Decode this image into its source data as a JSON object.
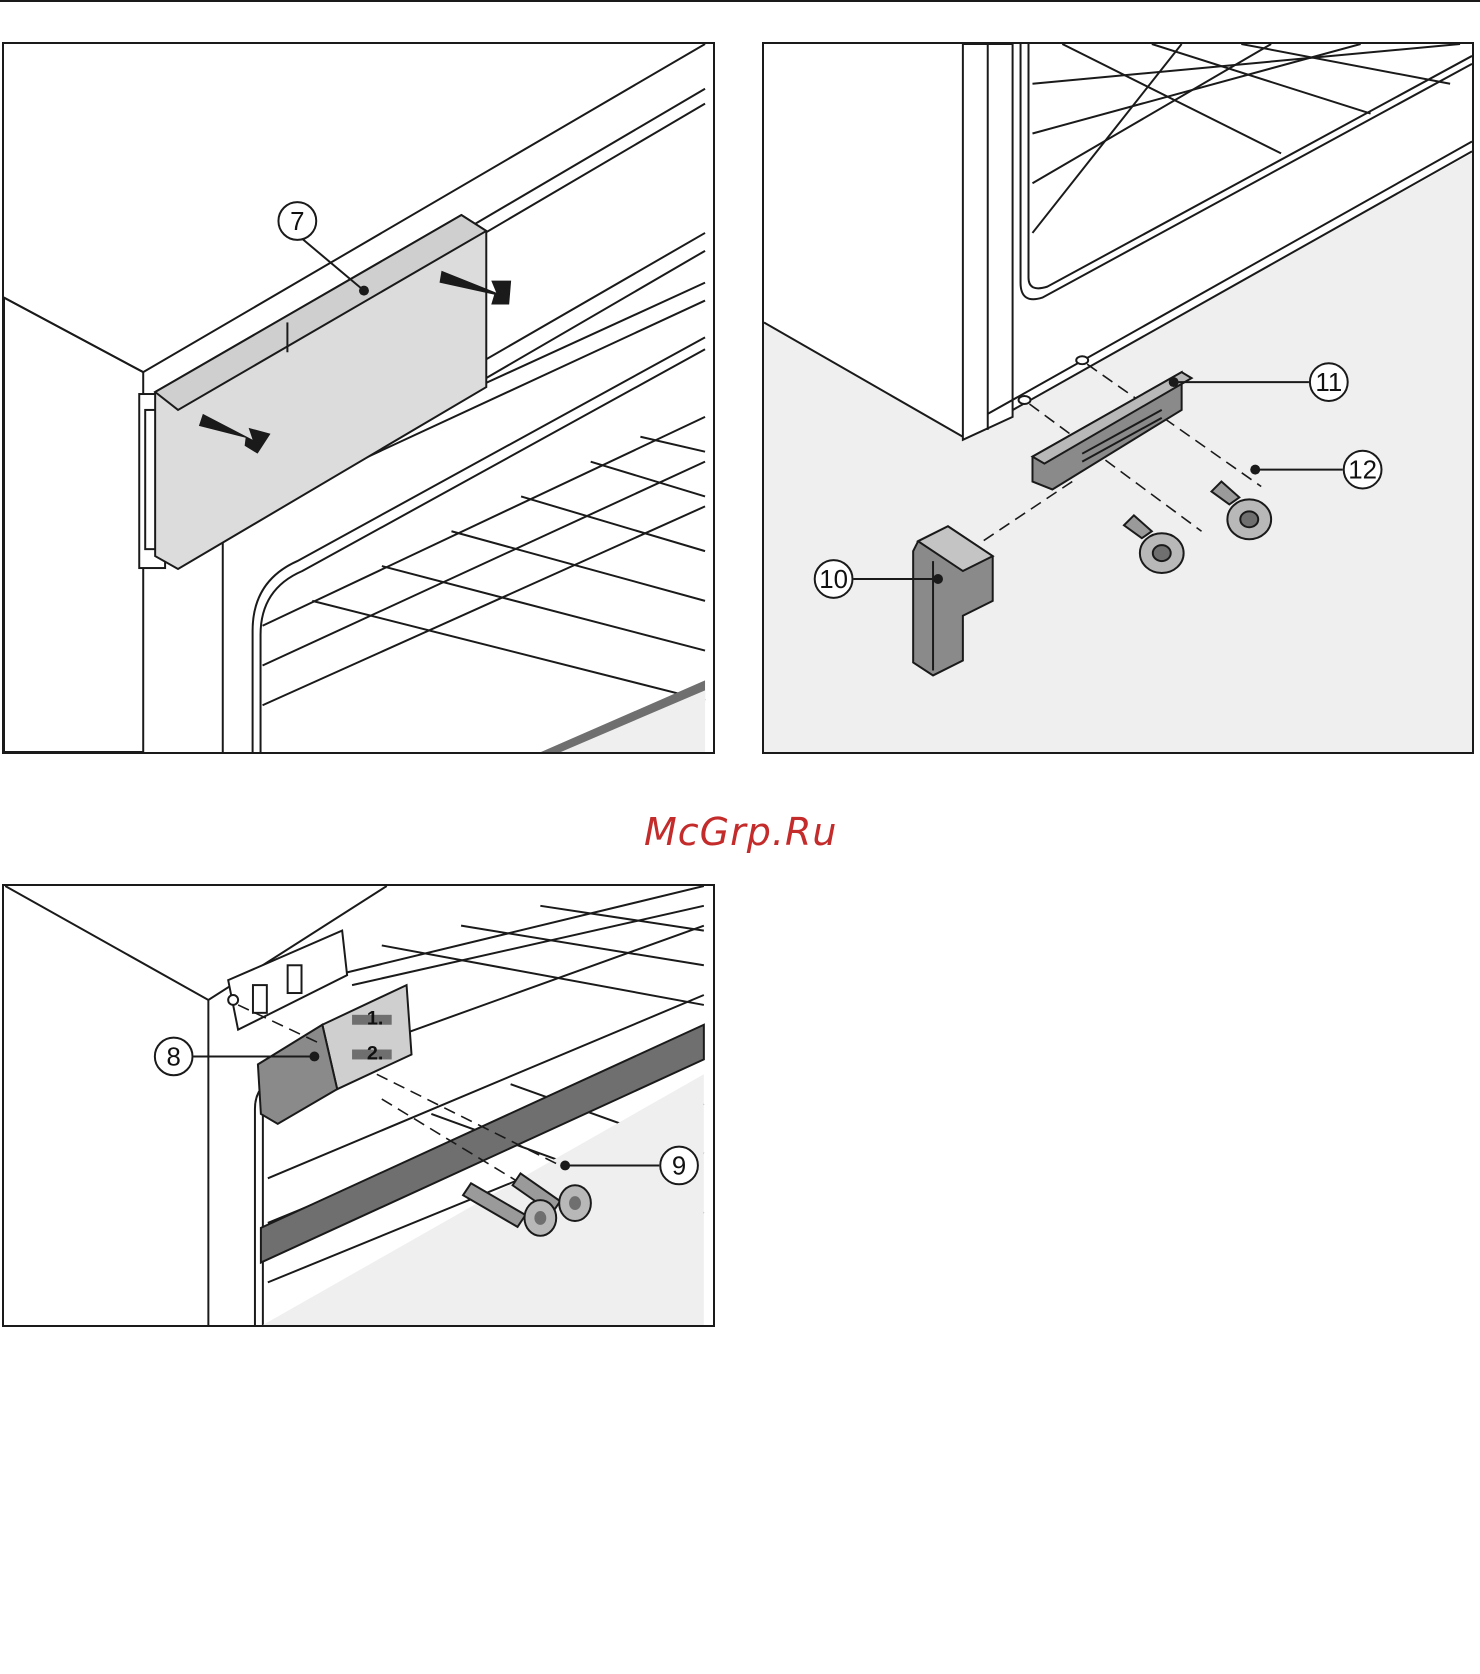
{
  "watermark": "McGrp.Ru",
  "panels": {
    "panel_a": {
      "callouts": [
        "7"
      ]
    },
    "panel_b": {
      "callouts": [
        "10",
        "11",
        "12"
      ]
    },
    "panel_c": {
      "callouts": [
        "8",
        "9"
      ],
      "bracket_labels": [
        "1.",
        "2."
      ]
    }
  },
  "colors": {
    "line": "#1a1a1a",
    "panel_fill": "#dcdcdc",
    "floor_fill": "#efefef",
    "part_fill": "#8a8a8a",
    "dark_strip": "#6f6f6f",
    "watermark": "#c42b2b"
  },
  "icons": [
    "arrow-icon",
    "screw-icon",
    "bracket-icon",
    "clip-icon"
  ]
}
